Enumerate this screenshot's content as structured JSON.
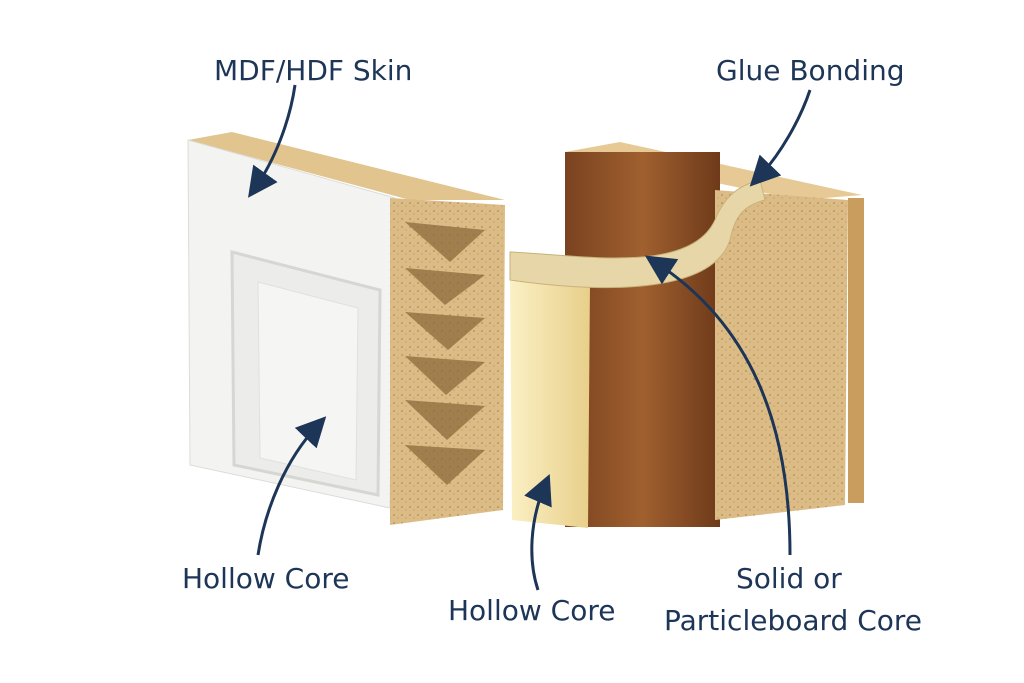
{
  "labels": {
    "mdf_skin": "MDF/HDF Skin",
    "glue_bonding": "Glue Bonding",
    "hollow_core_left": "Hollow Core",
    "hollow_core_center": "Hollow Core",
    "solid_core_line1": "Solid or",
    "solid_core_line2": "Particleboard Core"
  },
  "colors": {
    "label_text": "#1d3557",
    "arrow": "#1d3557",
    "skin_white": "#f3f3f1",
    "wood_dark": "#8a4f26",
    "particleboard": "#dcbc86",
    "cream_panel": "#f3e2a8"
  }
}
